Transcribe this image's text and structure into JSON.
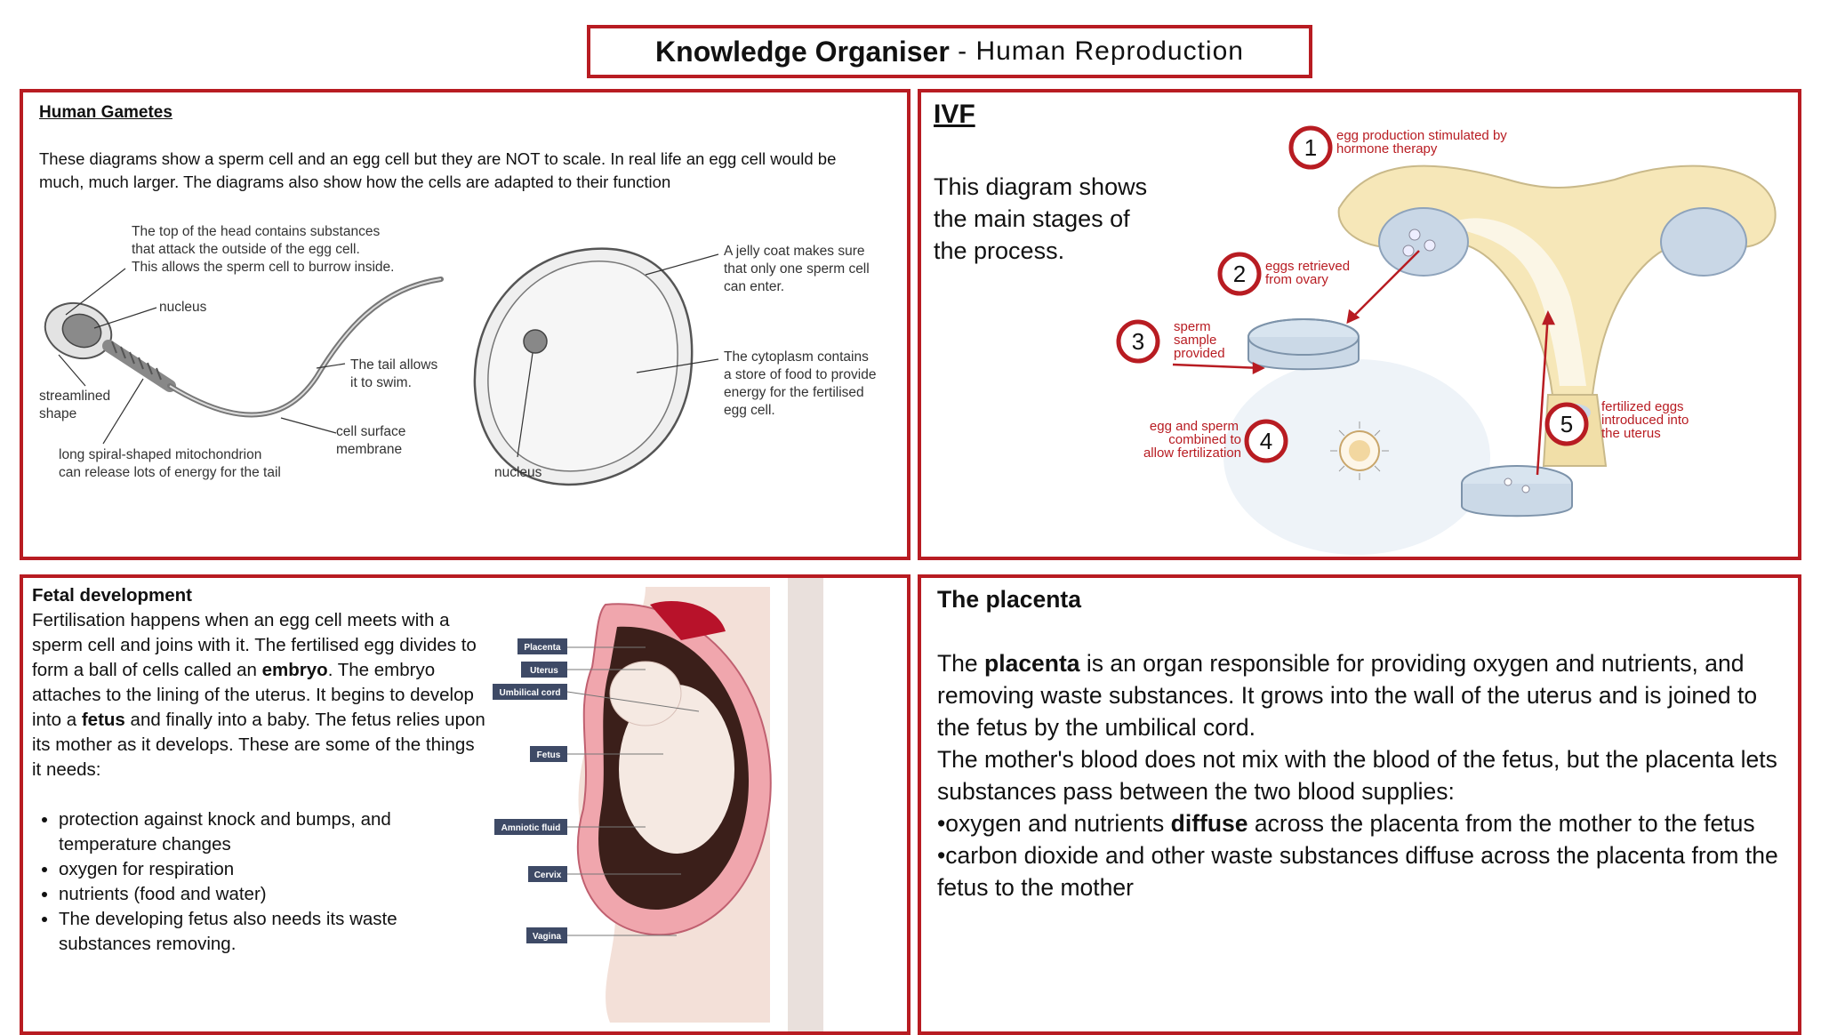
{
  "title": {
    "main": "Knowledge Organiser",
    "sep": " - ",
    "sub": "Human Reproduction"
  },
  "gametes": {
    "heading": "Human Gametes",
    "intro_line1": "These diagrams show a sperm cell and an egg cell but they are NOT to scale.  In real life an egg cell would be",
    "intro_line2": "much, much larger.  The diagrams also show how the cells are adapted to their function",
    "sperm_labels": {
      "head_1": "The top of the head contains substances",
      "head_2": "that attack the outside of the egg cell.",
      "head_3": "This allows the sperm cell to burrow inside.",
      "nucleus": "nucleus",
      "tail_1": "The tail allows",
      "tail_2": "it to swim.",
      "stream_1": "streamlined",
      "stream_2": "shape",
      "membrane_1": "cell surface",
      "membrane_2": "membrane",
      "mito_1": "long spiral-shaped mitochondrion",
      "mito_2": "can release lots of energy for the tail"
    },
    "egg_labels": {
      "jelly_1": "A jelly coat makes sure",
      "jelly_2": "that only one sperm cell",
      "jelly_3": "can enter.",
      "cyto_1": "The cytoplasm contains",
      "cyto_2": "a store of food to provide",
      "cyto_3": "energy for the fertilised",
      "cyto_4": "egg cell.",
      "nucleus": "nucleus"
    }
  },
  "ivf": {
    "heading": "IVF",
    "text_1": "This diagram shows",
    "text_2": "the main stages of",
    "text_3": "the process.",
    "steps": [
      {
        "num": "1",
        "l1": "egg production stimulated by",
        "l2": "hormone therapy"
      },
      {
        "num": "2",
        "l1": "eggs retrieved",
        "l2": "from ovary"
      },
      {
        "num": "3",
        "l1": "sperm",
        "l2": "sample",
        "l3": "provided"
      },
      {
        "num": "4",
        "l1": "egg and sperm",
        "l2": "combined to",
        "l3": "allow fertilization"
      },
      {
        "num": "5",
        "l1": "fertilized eggs",
        "l2": "introduced into",
        "l3": "the uterus"
      }
    ]
  },
  "fetal": {
    "heading": "Fetal development",
    "para_1a": "Fertilisation happens when an egg cell meets with a sperm cell and joins with it. The fertilised egg divides to form a ball of cells called an ",
    "para_1b": "embryo",
    "para_1c": ". The embryo attaches to the lining of the uterus. It begins to develop into a ",
    "para_1d": "fetus",
    "para_1e": " and finally into a baby.  The fetus relies upon its mother as it develops. These are some of the things it needs:",
    "bullets": [
      "protection against knock and bumps, and temperature changes",
      "oxygen for respiration",
      "nutrients (food and water)",
      "The developing fetus also needs its waste substances removing."
    ],
    "diagram_labels": [
      "Placenta",
      "Uterus",
      "Umbilical cord",
      "Fetus",
      "Amniotic fluid",
      "Cervix",
      "Vagina"
    ]
  },
  "placenta": {
    "heading": "The placenta",
    "p1a": "The ",
    "p1b": "placenta",
    "p1c": " is an organ responsible for providing oxygen and nutrients, and removing waste substances. It grows into the wall of the uterus and is joined to the fetus by the umbilical cord.",
    "p2": "The mother's blood does not mix with the blood of the fetus, but the placenta lets substances pass between the two blood supplies:",
    "b1a": "•oxygen and nutrients ",
    "b1b": "diffuse",
    "b1c": " across the placenta from the mother to the fetus",
    "b2": "•carbon dioxide and other waste substances diffuse across the placenta from the fetus to the mother"
  },
  "colors": {
    "border": "#b81c22"
  }
}
